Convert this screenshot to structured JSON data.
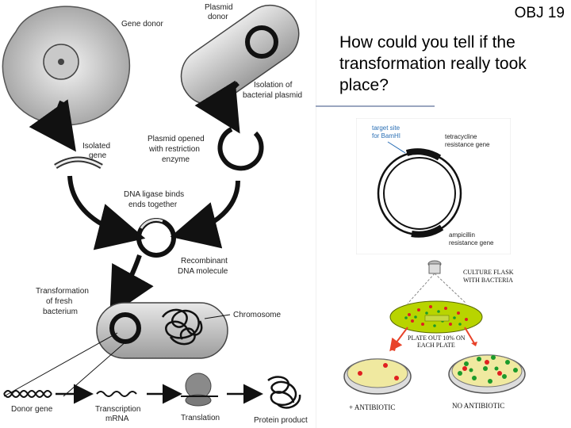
{
  "slide": {
    "objective": "OBJ 19",
    "question": "How could you tell if the transformation really took place?"
  },
  "diagram": {
    "gene_donor": "Gene donor",
    "plasmid_donor_1": "Plasmid",
    "plasmid_donor_2": "donor",
    "isolation_1": "Isolation of",
    "isolation_2": "bacterial plasmid",
    "isolated_gene_1": "Isolated",
    "isolated_gene_2": "gene",
    "plasmid_opened_1": "Plasmid opened",
    "plasmid_opened_2": "with restriction",
    "plasmid_opened_3": "enzyme",
    "ligase_1": "DNA ligase binds",
    "ligase_2": "ends together",
    "recombinant_1": "Recombinant",
    "recombinant_2": "DNA molecule",
    "transformation_1": "Transformation",
    "transformation_2": "of fresh",
    "transformation_3": "bacterium",
    "chromosome": "Chromosome",
    "donor_gene": "Donor gene",
    "transcription_1": "Transcription",
    "transcription_2": "mRNA",
    "translation": "Translation",
    "protein_product": "Protein product"
  },
  "plasmid_map": {
    "target_site_1": "target site",
    "target_site_2": "for BamHI",
    "tet_1": "tetracycline",
    "tet_2": "resistance gene",
    "amp_1": "ampicillin",
    "amp_2": "resistance gene"
  },
  "plates": {
    "culture_1": "CULTURE FLASK",
    "culture_2": "WITH BACTERIA",
    "plate_out_1": "PLATE OUT 10% ON",
    "plate_out_2": "EACH PLATE",
    "plus_antibiotic": "+ ANTIBIOTIC",
    "no_antibiotic": "NO ANTIBIOTIC"
  },
  "colors": {
    "question_rule": "#9aa6bf",
    "target_site_text": "#2a6fb5",
    "colony_red": "#e02020",
    "colony_green": "#1c9a2a",
    "agar_yellow": "#f0e9a0",
    "flask_green": "#b8d400",
    "arrow_red": "#e8432a"
  }
}
